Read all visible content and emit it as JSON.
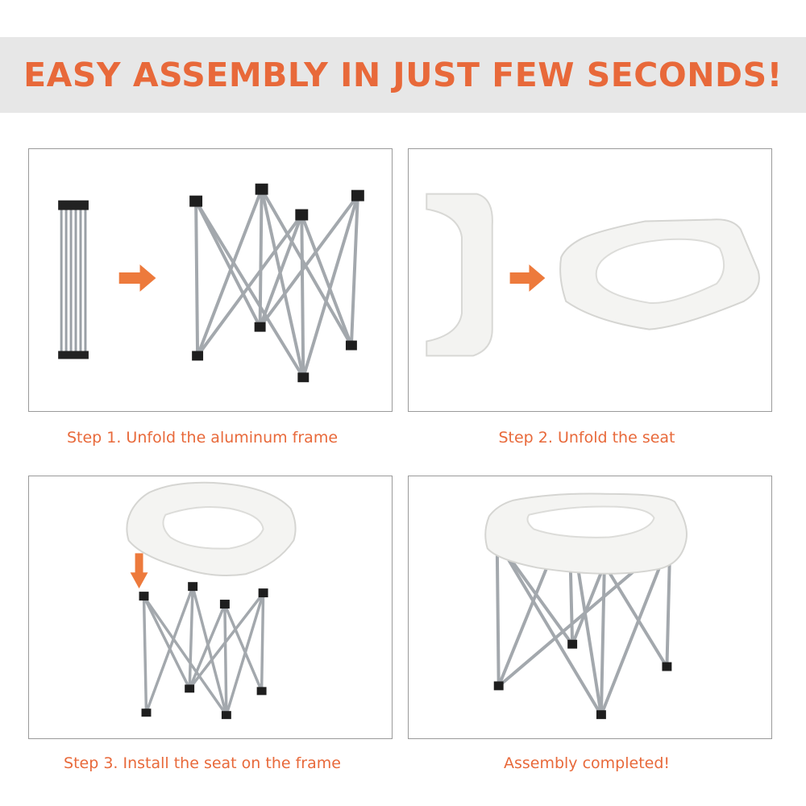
{
  "header": {
    "title": "EASY ASSEMBLY IN JUST FEW SECONDS!"
  },
  "steps": [
    {
      "caption": "Step 1. Unfold the aluminum frame"
    },
    {
      "caption": "Step 2. Unfold the seat"
    },
    {
      "caption": "Step 3. Install the seat on the frame"
    },
    {
      "caption": "Assembly completed!"
    }
  ],
  "colors": {
    "accent": "#e8693a",
    "banner": "#e7e7e7"
  }
}
